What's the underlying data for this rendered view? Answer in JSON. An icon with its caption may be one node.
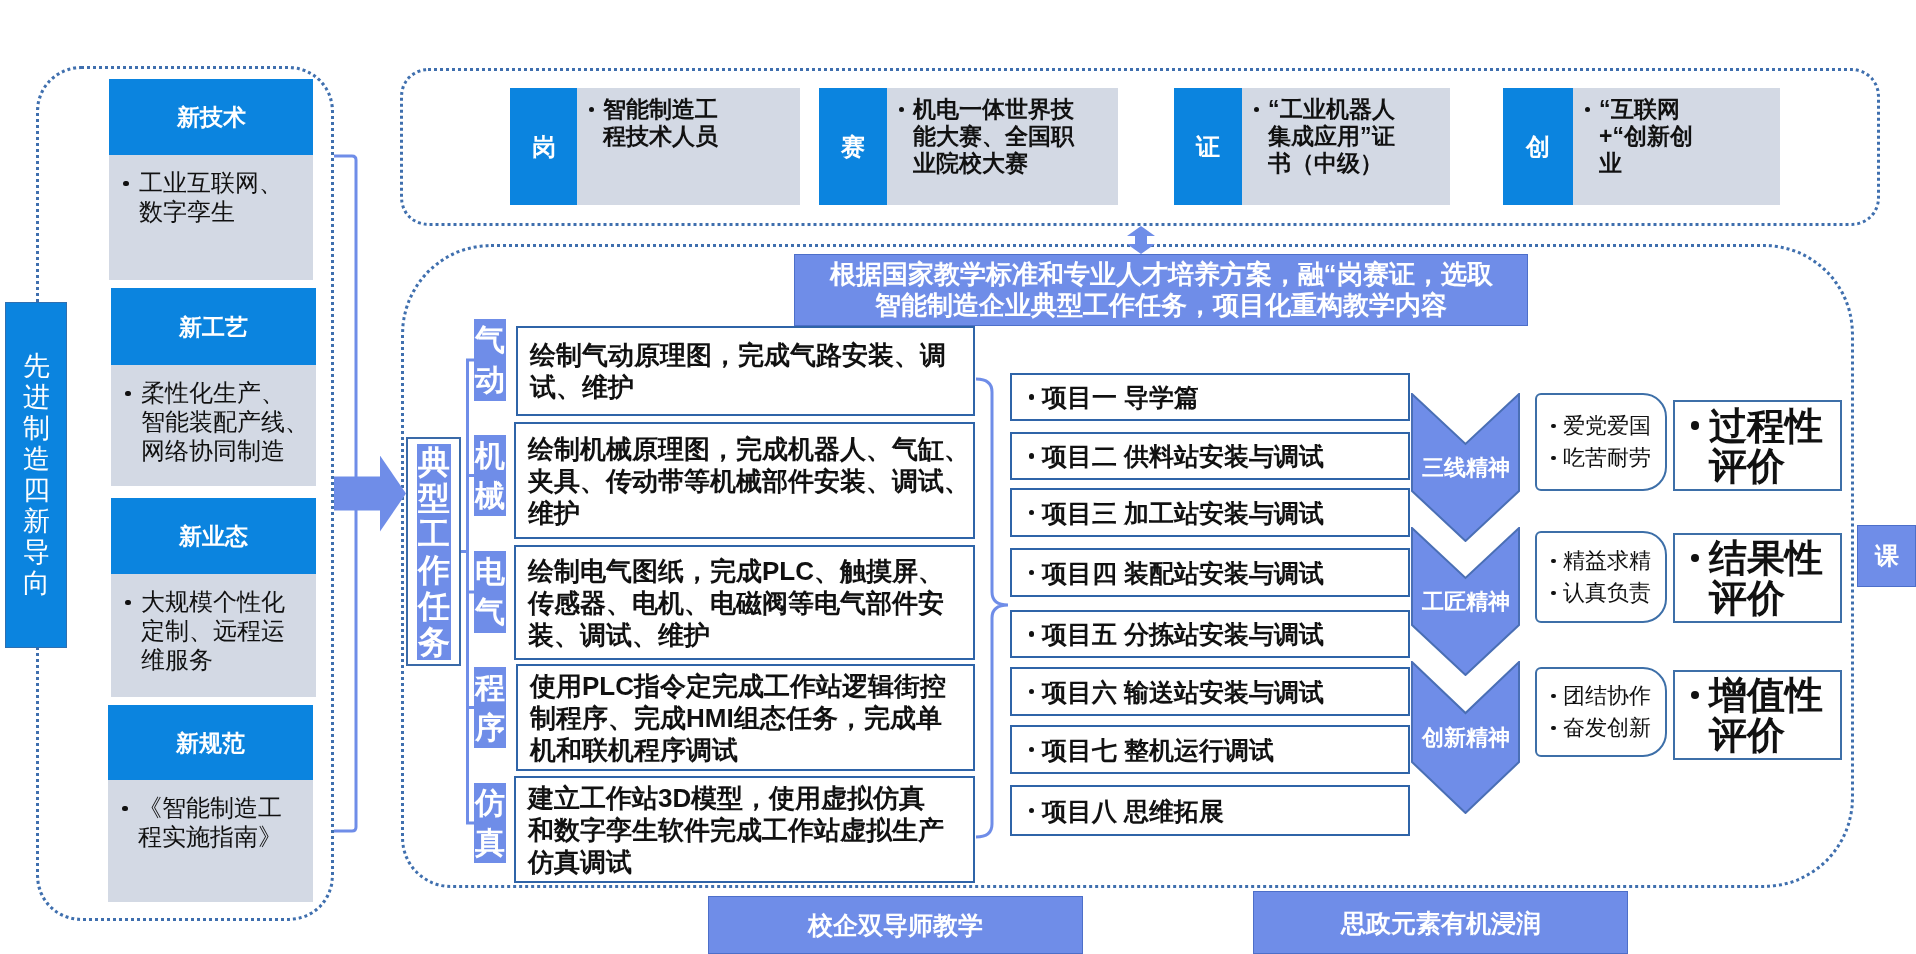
{
  "diagram": {
    "nodes": [
      {
        "text": [
          "先进制造四新导向"
        ]
      },
      {
        "text": [],
        "shape": "box"
      },
      {
        "text": [
          "新技术",
          "工业互联网、数字孪生"
        ],
        "in": 1
      },
      {
        "text": [
          "新工艺",
          "柔性化生产、智能装配产线、网络协同制造"
        ],
        "in": 1
      },
      {
        "text": [
          "新业态",
          "大规模个性化定制、远程运维服务"
        ],
        "in": 1
      },
      {
        "text": [
          "新规范",
          "《智能制造工程实施指南》"
        ],
        "in": 1
      },
      {
        "text": [],
        "shape": "box"
      },
      {
        "text": [
          "岗",
          "智能制造工程技术人员"
        ],
        "in": 6
      },
      {
        "text": [
          "赛",
          "机电一体世界技能大赛、全国职业院校大赛"
        ],
        "in": 6
      },
      {
        "text": [
          "证",
          "“工业机器人集成应用”证书（中级）"
        ],
        "in": 6
      },
      {
        "text": [
          "创",
          "“互联网+“创新创业"
        ],
        "in": 6
      },
      {
        "text": [],
        "shape": "box"
      },
      {
        "text": [
          "根据国家教学标准和专业人才培养方案，融“岗赛证，选取智能制造企业典型工作任务，项目化重构教学内容"
        ],
        "in": 11
      },
      {
        "text": [
          "典型工作任务"
        ],
        "in": 11
      },
      {
        "text": [
          "气动"
        ],
        "in": 11
      },
      {
        "text": [
          "绘制气动原理图，完成气路安装、调试、维护"
        ],
        "in": 11
      },
      {
        "text": [
          "机械"
        ],
        "in": 11
      },
      {
        "text": [
          "绘制机械原理图，完成机器人、气缸、夹具、传动带等机械部件安装、调试、维护"
        ],
        "in": 11
      },
      {
        "text": [
          "电气"
        ],
        "in": 11
      },
      {
        "text": [
          "绘制电气图纸，完成PLC、触摸屏、传感器、电机、电磁阀等电气部件安装、调试、维护"
        ],
        "in": 11
      },
      {
        "text": [
          "程序"
        ],
        "in": 11
      },
      {
        "text": [
          "使用PLC指令定完成工作站逻辑街控制程序、完成HMI组态任务，完成单机和联机程序调试"
        ],
        "in": 11
      },
      {
        "text": [
          "仿真"
        ],
        "in": 11
      },
      {
        "text": [
          "建立工作站3D模型，使用虚拟仿真和数字孪生软件完成工作站虚拟生产仿真调试"
        ],
        "in": 11
      },
      {
        "text": [
          "项目一 导学篇"
        ],
        "in": 11
      },
      {
        "text": [
          "项目二 供料站安装与调试"
        ],
        "in": 11
      },
      {
        "text": [
          "项目三 加工站安装与调试"
        ],
        "in": 11
      },
      {
        "text": [
          "项目四 装配站安装与调试"
        ],
        "in": 11
      },
      {
        "text": [
          "项目五 分拣站安装与调试"
        ],
        "in": 11
      },
      {
        "text": [
          "项目六 输送站安装与调试"
        ],
        "in": 11
      },
      {
        "text": [
          "项目七 整机运行调试"
        ],
        "in": 11
      },
      {
        "text": [
          "项目八 思维拓展"
        ],
        "in": 11
      },
      {
        "text": [
          "三线精神"
        ],
        "in": 11
      },
      {
        "text": [
          "爱党爱国",
          "吃苦耐劳"
        ],
        "in": 11
      },
      {
        "text": [
          "过程性评价"
        ],
        "in": 11
      },
      {
        "text": [
          "工匠精神"
        ],
        "in": 11
      },
      {
        "text": [
          "精益求精",
          "认真负责"
        ],
        "in": 11
      },
      {
        "text": [
          "结果性评价"
        ],
        "in": 11
      },
      {
        "text": [
          "创新精神"
        ],
        "in": 11
      },
      {
        "text": [
          "团结协作",
          "奋发创新"
        ],
        "in": 11
      },
      {
        "text": [
          "增值性评价"
        ],
        "in": 11
      },
      {
        "text": [
          "课"
        ]
      },
      {
        "text": [
          "校企双导师教学"
        ]
      },
      {
        "text": [
          "思政元素有机浸润"
        ]
      }
    ],
    "edges": [
      {
        "from": 1,
        "to": 13,
        "arrow": "to",
        "style": "thick"
      },
      {
        "from": 6,
        "to": 12,
        "arrow": "both",
        "style": "thick"
      },
      {
        "from": 13,
        "to": 14,
        "arrow": "none"
      },
      {
        "from": 13,
        "to": 16,
        "arrow": "none"
      },
      {
        "from": 13,
        "to": 18,
        "arrow": "none"
      },
      {
        "from": 13,
        "to": 20,
        "arrow": "none"
      },
      {
        "from": 13,
        "to": 22,
        "arrow": "none"
      }
    ]
  }
}
